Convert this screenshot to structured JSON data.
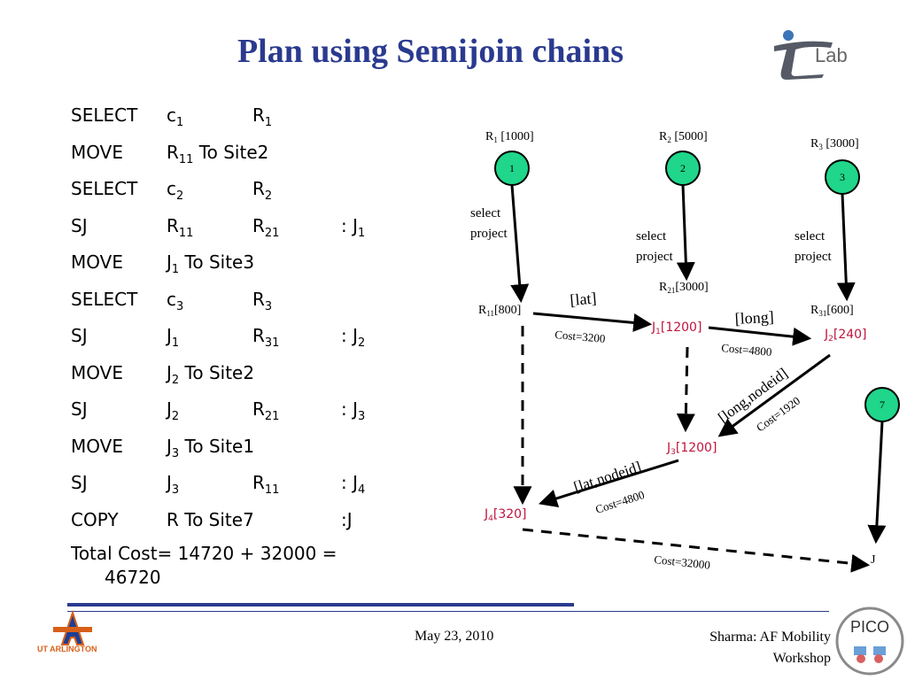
{
  "slide": {
    "title": "Plan using Semijoin chains",
    "logo_word": "Lab",
    "pico_word": "PICO",
    "uta_text": "UT ARLINGTON",
    "date": "May 23, 2010",
    "author_line1": "Sharma: AF Mobility",
    "author_line2": "Workshop"
  },
  "plan": {
    "rows": [
      {
        "op": "SELECT",
        "a": "c",
        "a_sub": "1",
        "b": "R",
        "b_sub": "1",
        "c": "",
        "c_sub": ""
      },
      {
        "op": "MOVE",
        "a": "R",
        "a_sub": "11",
        "a_rest": " To Site2",
        "b": "",
        "b_sub": "",
        "c": "",
        "c_sub": ""
      },
      {
        "op": "SELECT",
        "a": "c",
        "a_sub": "2",
        "b": "R",
        "b_sub": "2",
        "c": "",
        "c_sub": ""
      },
      {
        "op": "SJ",
        "a": "R",
        "a_sub": "11",
        "b": "R",
        "b_sub": "21",
        "c": ": J",
        "c_sub": "1"
      },
      {
        "op": "MOVE",
        "a": "J",
        "a_sub": "1",
        "a_rest": " To Site3",
        "b": "",
        "b_sub": "",
        "c": "",
        "c_sub": ""
      },
      {
        "op": "SELECT",
        "a": "c",
        "a_sub": "3",
        "b": "R",
        "b_sub": "3",
        "c": "",
        "c_sub": ""
      },
      {
        "op": "SJ",
        "a": "J",
        "a_sub": "1",
        "b": "R",
        "b_sub": "31",
        "c": ": J",
        "c_sub": "2"
      },
      {
        "op": "MOVE",
        "a": "J",
        "a_sub": "2",
        "a_rest": " To Site2",
        "b": "",
        "b_sub": "",
        "c": "",
        "c_sub": ""
      },
      {
        "op": "SJ",
        "a": "J",
        "a_sub": "2",
        "b": "R",
        "b_sub": "21",
        "c": ": J",
        "c_sub": "3"
      },
      {
        "op": "MOVE",
        "a": "J",
        "a_sub": "3",
        "a_rest": " To Site1",
        "b": "",
        "b_sub": "",
        "c": "",
        "c_sub": ""
      },
      {
        "op": "SJ",
        "a": "J",
        "a_sub": "3",
        "b": "R",
        "b_sub": "11",
        "c": ": J",
        "c_sub": "4"
      },
      {
        "op": "COPY",
        "a": "R To Site7",
        "a_sub": "",
        "b": "",
        "b_sub": "",
        "c": ":J",
        "c_sub": ""
      }
    ],
    "total_line1": "Total Cost= 14720 + 32000 =",
    "total_line2": "46720"
  },
  "diagram": {
    "nodes": [
      {
        "id": "n1",
        "label": "1",
        "caption": "R",
        "caption_sub": "1",
        "caption_rest": " [1000]"
      },
      {
        "id": "n2",
        "label": "2",
        "caption": "R",
        "caption_sub": "2",
        "caption_rest": " [5000]"
      },
      {
        "id": "n3",
        "label": "3",
        "caption": "R",
        "caption_sub": "3",
        "caption_rest": " [3000]"
      },
      {
        "id": "n7",
        "label": "7"
      }
    ],
    "node_fill": "#1fd68a",
    "select_text": "select",
    "project_text": "project",
    "r11": {
      "main": "R",
      "sub": "11",
      "rest": "[800]"
    },
    "r21": {
      "main": "R",
      "sub": "21",
      "rest": "[3000]"
    },
    "r31": {
      "main": "R",
      "sub": "31",
      "rest": "[600]"
    },
    "j1": {
      "main": "J",
      "sub": "1",
      "rest": "[1200]"
    },
    "j2": {
      "main": "J",
      "sub": "2",
      "rest": "[240]"
    },
    "j3": {
      "main": "J",
      "sub": "3",
      "rest": "[1200]"
    },
    "j4": {
      "main": "J",
      "sub": "4",
      "rest": "[320]"
    },
    "j_final": "J",
    "result_color": "#c0143c",
    "edges": {
      "lat": "[lat]",
      "long": "[long]",
      "long_nodeid": "[long,nodeid]",
      "lat_nodeid": "[lat,nodeid]",
      "cost_3200": "Cost=3200",
      "cost_4800_a": "Cost=4800",
      "cost_1920": "Cost=1920",
      "cost_4800_b": "Cost=4800",
      "cost_32000": "Cost=32000"
    }
  }
}
